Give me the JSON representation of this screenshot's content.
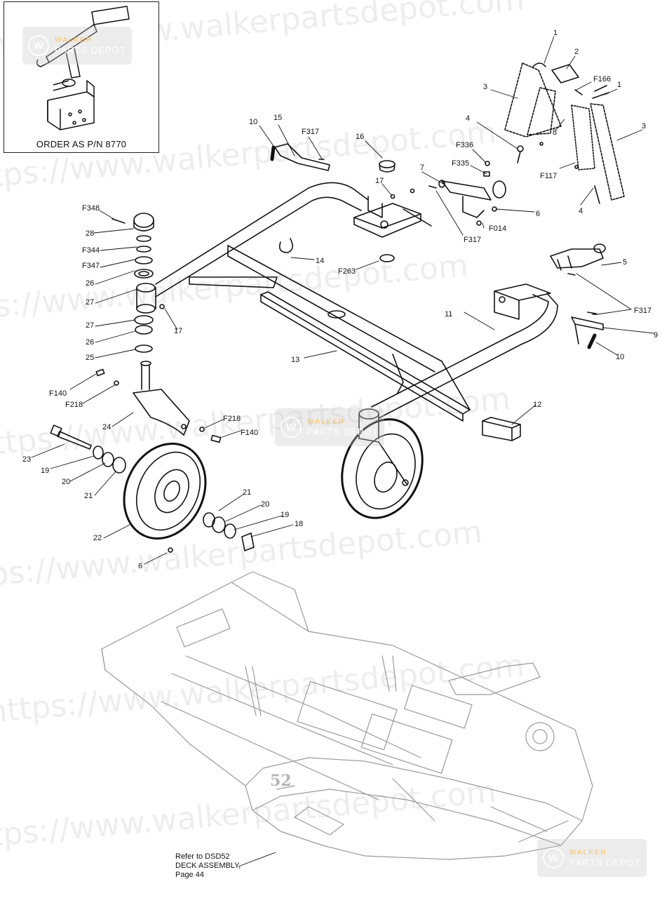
{
  "inset": {
    "caption": "ORDER AS P/N 8770"
  },
  "watermark": {
    "domain_text": "https://www.walkerpartsdepot.com",
    "logo_line1": "WALKER",
    "logo_line2": "PARTS DEPOT"
  },
  "callouts": [
    {
      "id": "c1a",
      "text": "1"
    },
    {
      "id": "c2",
      "text": "2"
    },
    {
      "id": "cF166",
      "text": "F166"
    },
    {
      "id": "c1b",
      "text": "1"
    },
    {
      "id": "c3a",
      "text": "3"
    },
    {
      "id": "c3b",
      "text": "3"
    },
    {
      "id": "c4a",
      "text": "4"
    },
    {
      "id": "c8",
      "text": "8"
    },
    {
      "id": "cF117",
      "text": "F117"
    },
    {
      "id": "c4b",
      "text": "4"
    },
    {
      "id": "cF336",
      "text": "F336"
    },
    {
      "id": "cF335",
      "text": "F335"
    },
    {
      "id": "c7",
      "text": "7"
    },
    {
      "id": "c6a",
      "text": "6"
    },
    {
      "id": "cF014",
      "text": "F014"
    },
    {
      "id": "cF317a",
      "text": "F317"
    },
    {
      "id": "c10a",
      "text": "10"
    },
    {
      "id": "c15",
      "text": "15"
    },
    {
      "id": "cF317b",
      "text": "F317"
    },
    {
      "id": "c16",
      "text": "16"
    },
    {
      "id": "c17a",
      "text": "17"
    },
    {
      "id": "cF348",
      "text": "F348"
    },
    {
      "id": "c28",
      "text": "28"
    },
    {
      "id": "cF344",
      "text": "F344"
    },
    {
      "id": "cF347",
      "text": "F347"
    },
    {
      "id": "c26a",
      "text": "26"
    },
    {
      "id": "c27a",
      "text": "27"
    },
    {
      "id": "c14",
      "text": "14"
    },
    {
      "id": "cF263",
      "text": "F263"
    },
    {
      "id": "c5",
      "text": "5"
    },
    {
      "id": "cF317c",
      "text": "F317"
    },
    {
      "id": "c9",
      "text": "9"
    },
    {
      "id": "c10b",
      "text": "10"
    },
    {
      "id": "c11",
      "text": "11"
    },
    {
      "id": "c17b",
      "text": "17"
    },
    {
      "id": "c27b",
      "text": "27"
    },
    {
      "id": "c26b",
      "text": "26"
    },
    {
      "id": "c25",
      "text": "25"
    },
    {
      "id": "c13",
      "text": "13"
    },
    {
      "id": "cF140a",
      "text": "F140"
    },
    {
      "id": "cF218a",
      "text": "F218"
    },
    {
      "id": "c24",
      "text": "24"
    },
    {
      "id": "cF218b",
      "text": "F218"
    },
    {
      "id": "cF140b",
      "text": "F140"
    },
    {
      "id": "c12",
      "text": "12"
    },
    {
      "id": "c23",
      "text": "23"
    },
    {
      "id": "c19a",
      "text": "19"
    },
    {
      "id": "c20a",
      "text": "20"
    },
    {
      "id": "c21a",
      "text": "21"
    },
    {
      "id": "c21b",
      "text": "21"
    },
    {
      "id": "c20b",
      "text": "20"
    },
    {
      "id": "c19b",
      "text": "19"
    },
    {
      "id": "c18",
      "text": "18"
    },
    {
      "id": "c22",
      "text": "22"
    },
    {
      "id": "c6b",
      "text": "6"
    }
  ],
  "deck": {
    "badge": "52"
  },
  "reference_note": [
    "Refer to DSD52",
    "DECK ASSEMBLY,",
    "Page 44"
  ]
}
